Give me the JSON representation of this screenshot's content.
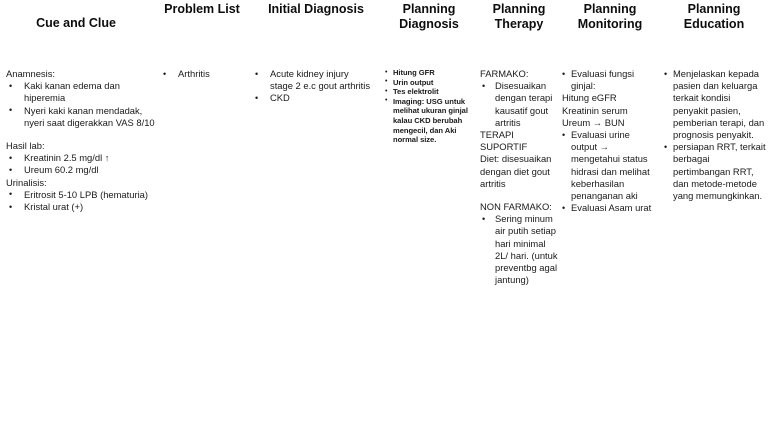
{
  "headers": {
    "cue_and_clue": "Cue and Clue",
    "problem_list": "Problem List",
    "initial_diagnosis": "Initial Diagnosis",
    "planning_diagnosis_l1": "Planning",
    "planning_diagnosis_l2": "Diagnosis",
    "planning_therapy_l1": "Planning",
    "planning_therapy_l2": "Therapy",
    "planning_monitoring_l1": "Planning",
    "planning_monitoring_l2": "Monitoring",
    "planning_education_l1": "Planning",
    "planning_education_l2": "Education"
  },
  "cue_and_clue": {
    "anamnesis_label": "Anamnesis:",
    "anamnesis_items": [
      "Kaki kanan edema dan hiperemia",
      "Nyeri kaki kanan mendadak, nyeri saat digerakkan VAS 8/10"
    ],
    "lab_label": "Hasil lab:",
    "lab_items": [
      "Kreatinin 2.5 mg/dl ↑",
      "Ureum 60.2 mg/dl"
    ],
    "urinalisis_label": "Urinalisis:",
    "urinalisis_items": [
      "Eritrosit 5-10 LPB (hematuria)",
      "Kristal urat (+)"
    ]
  },
  "problem_list": {
    "items": [
      "Arthritis"
    ]
  },
  "initial_diagnosis": {
    "items": [
      "Acute kidney injury stage 2 e.c gout arthritis",
      "CKD"
    ]
  },
  "planning_diagnosis": {
    "items": [
      "Hitung GFR",
      "Urin output",
      "Tes elektrolit",
      "Imaging: USG untuk melihat ukuran ginjal kalau CKD berubah mengecil, dan Aki normal size."
    ]
  },
  "planning_therapy": {
    "farmako_label": "FARMAKO:",
    "farmako_items": [
      "Disesuaikan dengan terapi kausatif gout artritis"
    ],
    "terapi_suportif_label": "TERAPI SUPORTIF",
    "diet_text": "Diet: disesuaikan dengan diet gout artritis",
    "non_farmako_label": "NON FARMAKO:",
    "non_farmako_items": [
      "Sering minum air putih setiap hari minimal 2L/ hari. (untuk preventbg agal jantung)"
    ]
  },
  "planning_monitoring": {
    "items": [
      "Evaluasi fungsi ginjal:",
      "Evaluasi urine output → mengetahui status hidrasi dan melihat keberhasilan penanganan aki",
      "Evaluasi Asam urat"
    ],
    "ginjal_detail": "Hitung eGFR\nKreatinin serum\nUreum → BUN"
  },
  "planning_education": {
    "items": [
      "Menjelaskan kepada pasien dan keluarga terkait kondisi penyakit pasien, pemberian terapi, dan prognosis penyakit.",
      "persiapan RRT, terkait berbagai pertimbangan RRT, dan metode-metode yang memungkinkan."
    ]
  }
}
